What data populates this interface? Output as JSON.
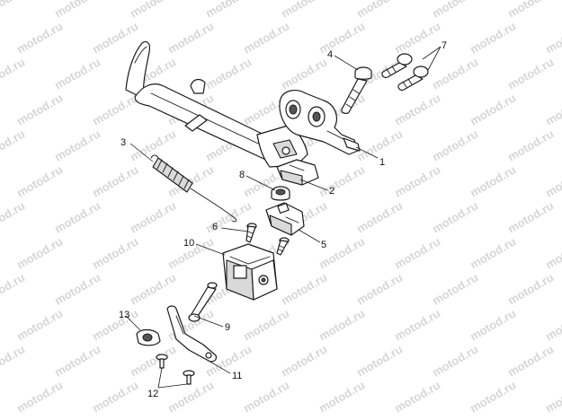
{
  "watermark": "motod.ru",
  "callouts": [
    {
      "id": "1",
      "label": "1"
    },
    {
      "id": "2",
      "label": "2"
    },
    {
      "id": "3",
      "label": "3"
    },
    {
      "id": "4",
      "label": "4"
    },
    {
      "id": "5",
      "label": "5"
    },
    {
      "id": "6",
      "label": "6"
    },
    {
      "id": "7",
      "label": "7"
    },
    {
      "id": "8",
      "label": "8"
    },
    {
      "id": "9",
      "label": "9"
    },
    {
      "id": "10",
      "label": "10"
    },
    {
      "id": "11",
      "label": "11"
    },
    {
      "id": "12",
      "label": "12"
    },
    {
      "id": "13",
      "label": "13"
    }
  ],
  "colors": {
    "line": "#1a1a1a",
    "watermark": "#d6d6d6",
    "shade": "#d9d9d9"
  }
}
